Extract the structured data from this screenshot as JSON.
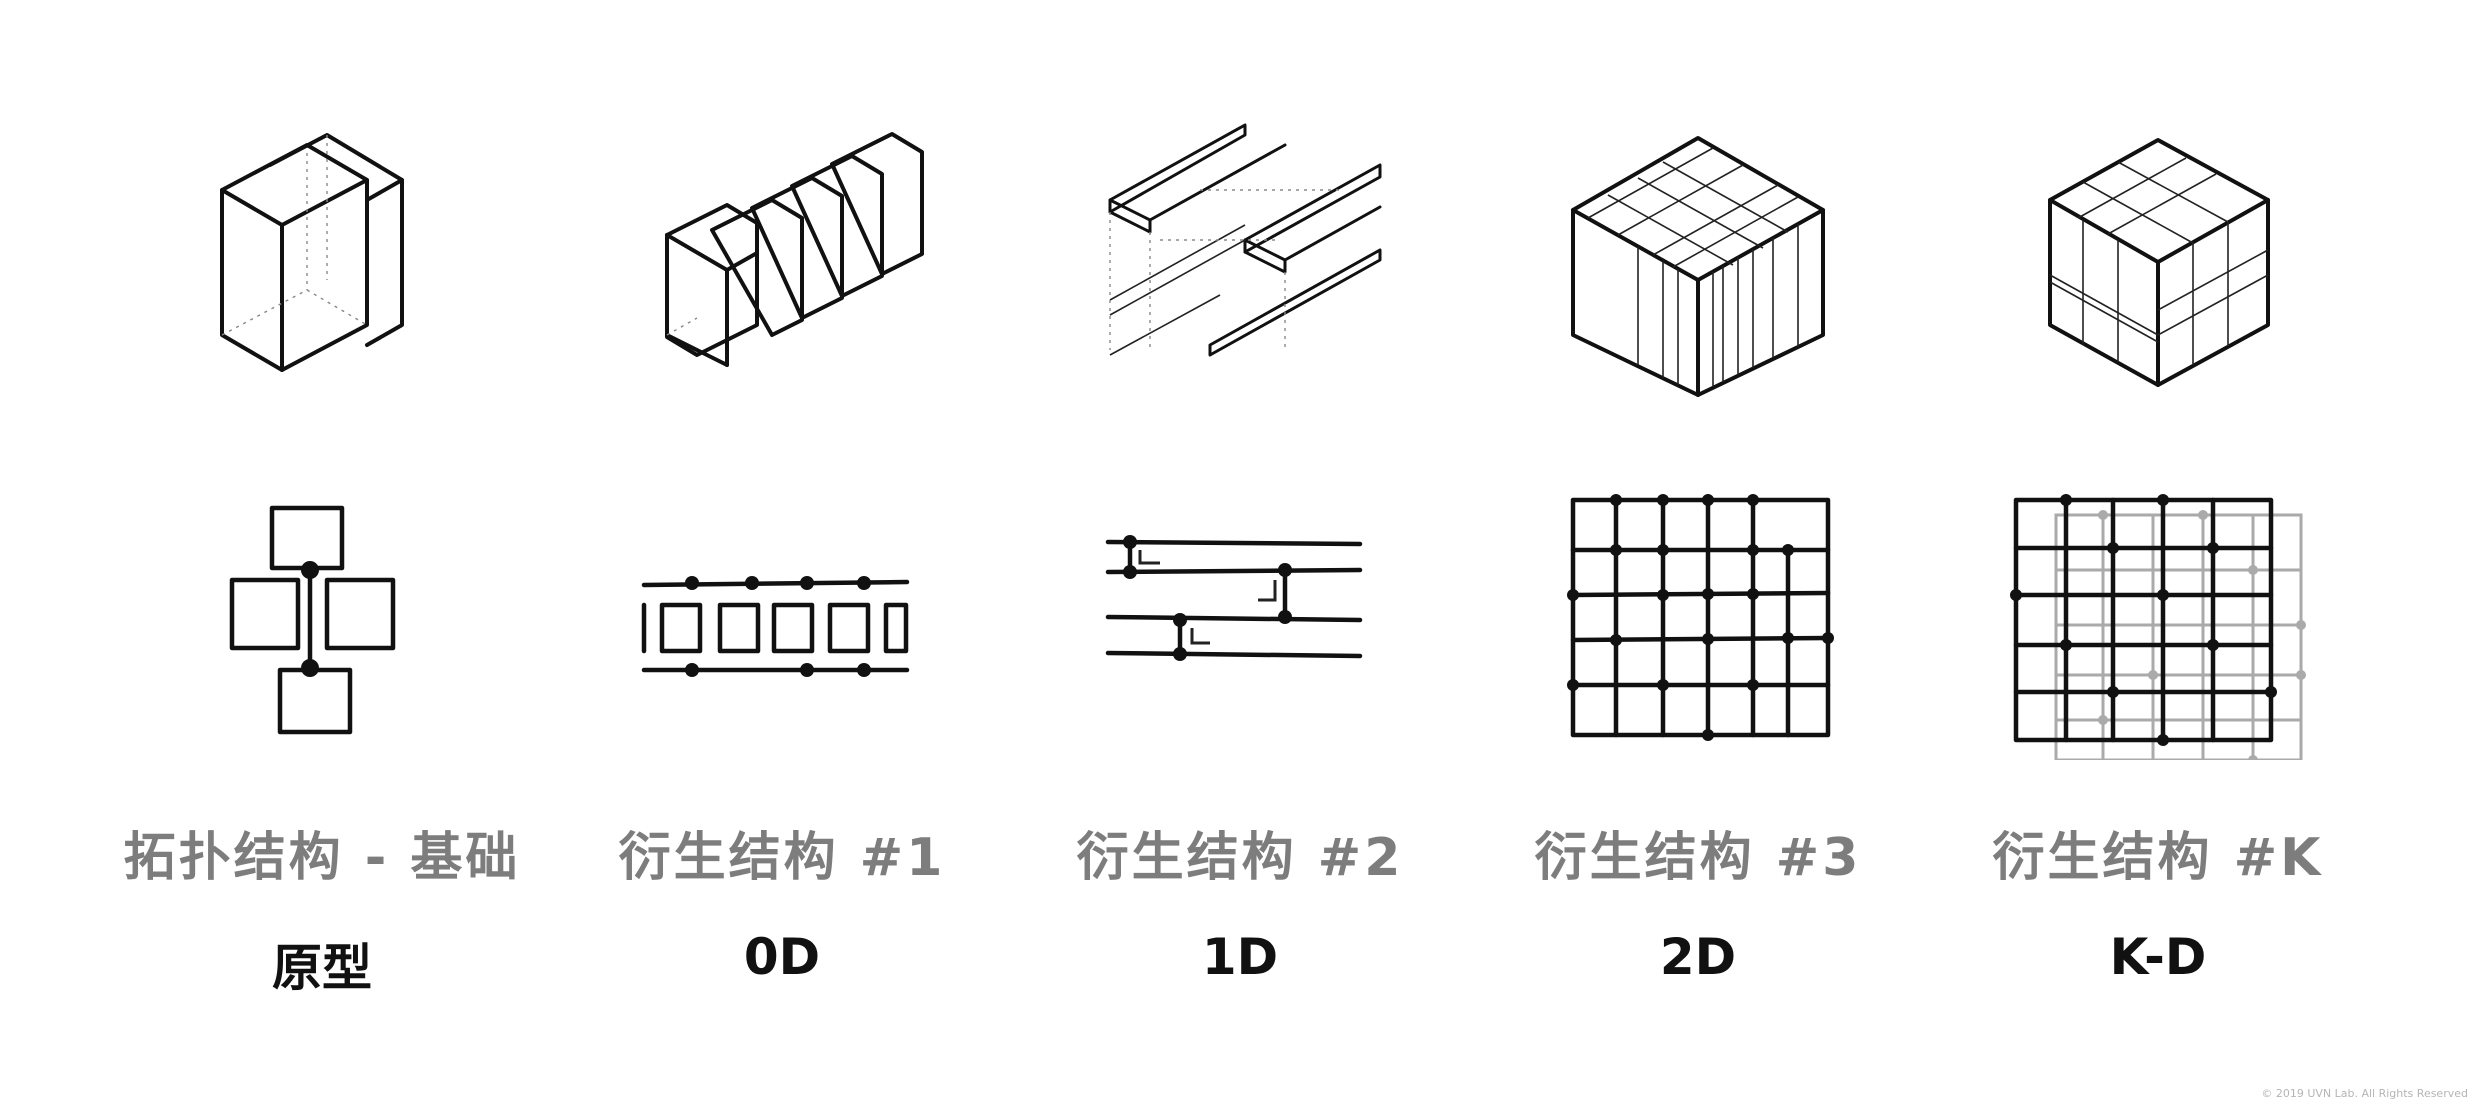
{
  "columns": [
    {
      "title": "拓扑结构 - 基础",
      "subtitle": "原型"
    },
    {
      "title": "衍生结构 #1",
      "subtitle": "0D"
    },
    {
      "title": "衍生结构 #2",
      "subtitle": "1D"
    },
    {
      "title": "衍生结构 #3",
      "subtitle": "2D"
    },
    {
      "title": "衍生结构 #K",
      "subtitle": "K-D"
    }
  ],
  "copyright": "© 2019 UVN Lab.  All Rights Reserved",
  "colors": {
    "title": "#7d7d7d",
    "subtitle": "#111111",
    "ink": "#111111",
    "secondary_grid": "#aaaaaa"
  }
}
